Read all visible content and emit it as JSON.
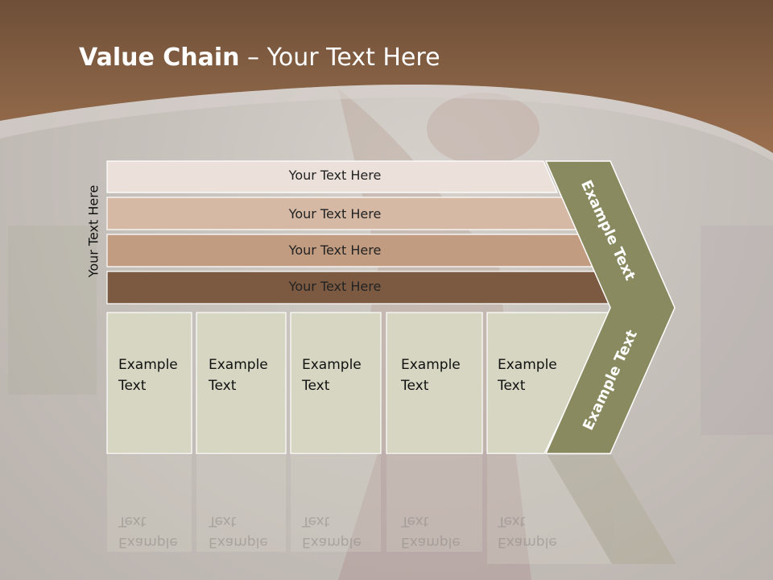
{
  "slide": {
    "title_bold": "Value Chain",
    "title_rest": " – Your Text Here",
    "vertical_label": "Your Text Here",
    "bars": [
      {
        "label": "Your Text Here",
        "color": "#ebe1da"
      },
      {
        "label": "Your Text Here",
        "color": "#d5b9a5"
      },
      {
        "label": "Your Text Here",
        "color": "#c29c80"
      },
      {
        "label": "Your Text Here",
        "color": "#7c5a41"
      }
    ],
    "boxes": [
      {
        "line1": "Example",
        "line2": "Text"
      },
      {
        "line1": "Example",
        "line2": "Text"
      },
      {
        "line1": "Example",
        "line2": "Text"
      },
      {
        "line1": "Example",
        "line2": "Text"
      },
      {
        "line1": "Example",
        "line2": "Text"
      }
    ],
    "chevron_top_label": "Example Text",
    "chevron_bottom_label": "Example Text",
    "colors": {
      "header_brown": "#8a6245",
      "box_fill": "#d6d6c3",
      "chevron_fill": "#8a8a60"
    }
  }
}
